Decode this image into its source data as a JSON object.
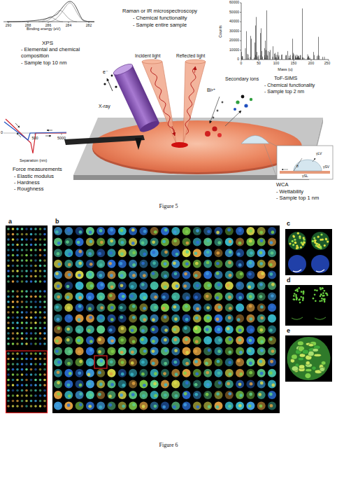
{
  "diagram": {
    "labels": [
      "Binding energy (eV)",
      "290",
      "288",
      "286",
      "284",
      "282",
      "XPS",
      "- Elemental and chemical composition",
      "- Sample top 10 nm",
      "Raman or IR microspectroscopy",
      "- Chemical functionality",
      "- Sample entire sample",
      "Incident light",
      "Reflected light",
      "e⁻",
      "X-ray",
      "60000",
      "50000",
      "40000",
      "30000",
      "20000",
      "10000",
      "0",
      "Counts",
      "0",
      "50",
      "100",
      "150",
      "200",
      "250",
      "Mass (u)",
      "ToF-SIMS",
      "- Chemical functionality",
      "- Sample top 2 nm",
      "Bi³⁺",
      "Secondary ions",
      "0",
      "500",
      "5000",
      "Separation (nm)",
      "Force measurements",
      "- Elastic modulus",
      "- Hardness",
      "- Roughness",
      "γLV",
      "θ",
      "γSL",
      "γSV",
      "WCA",
      "- Wettability",
      "- Sample top 1 nm",
      "Figure 5",
      "a",
      "b",
      "c",
      "d",
      "e",
      "Figure 6"
    ]
  }
}
